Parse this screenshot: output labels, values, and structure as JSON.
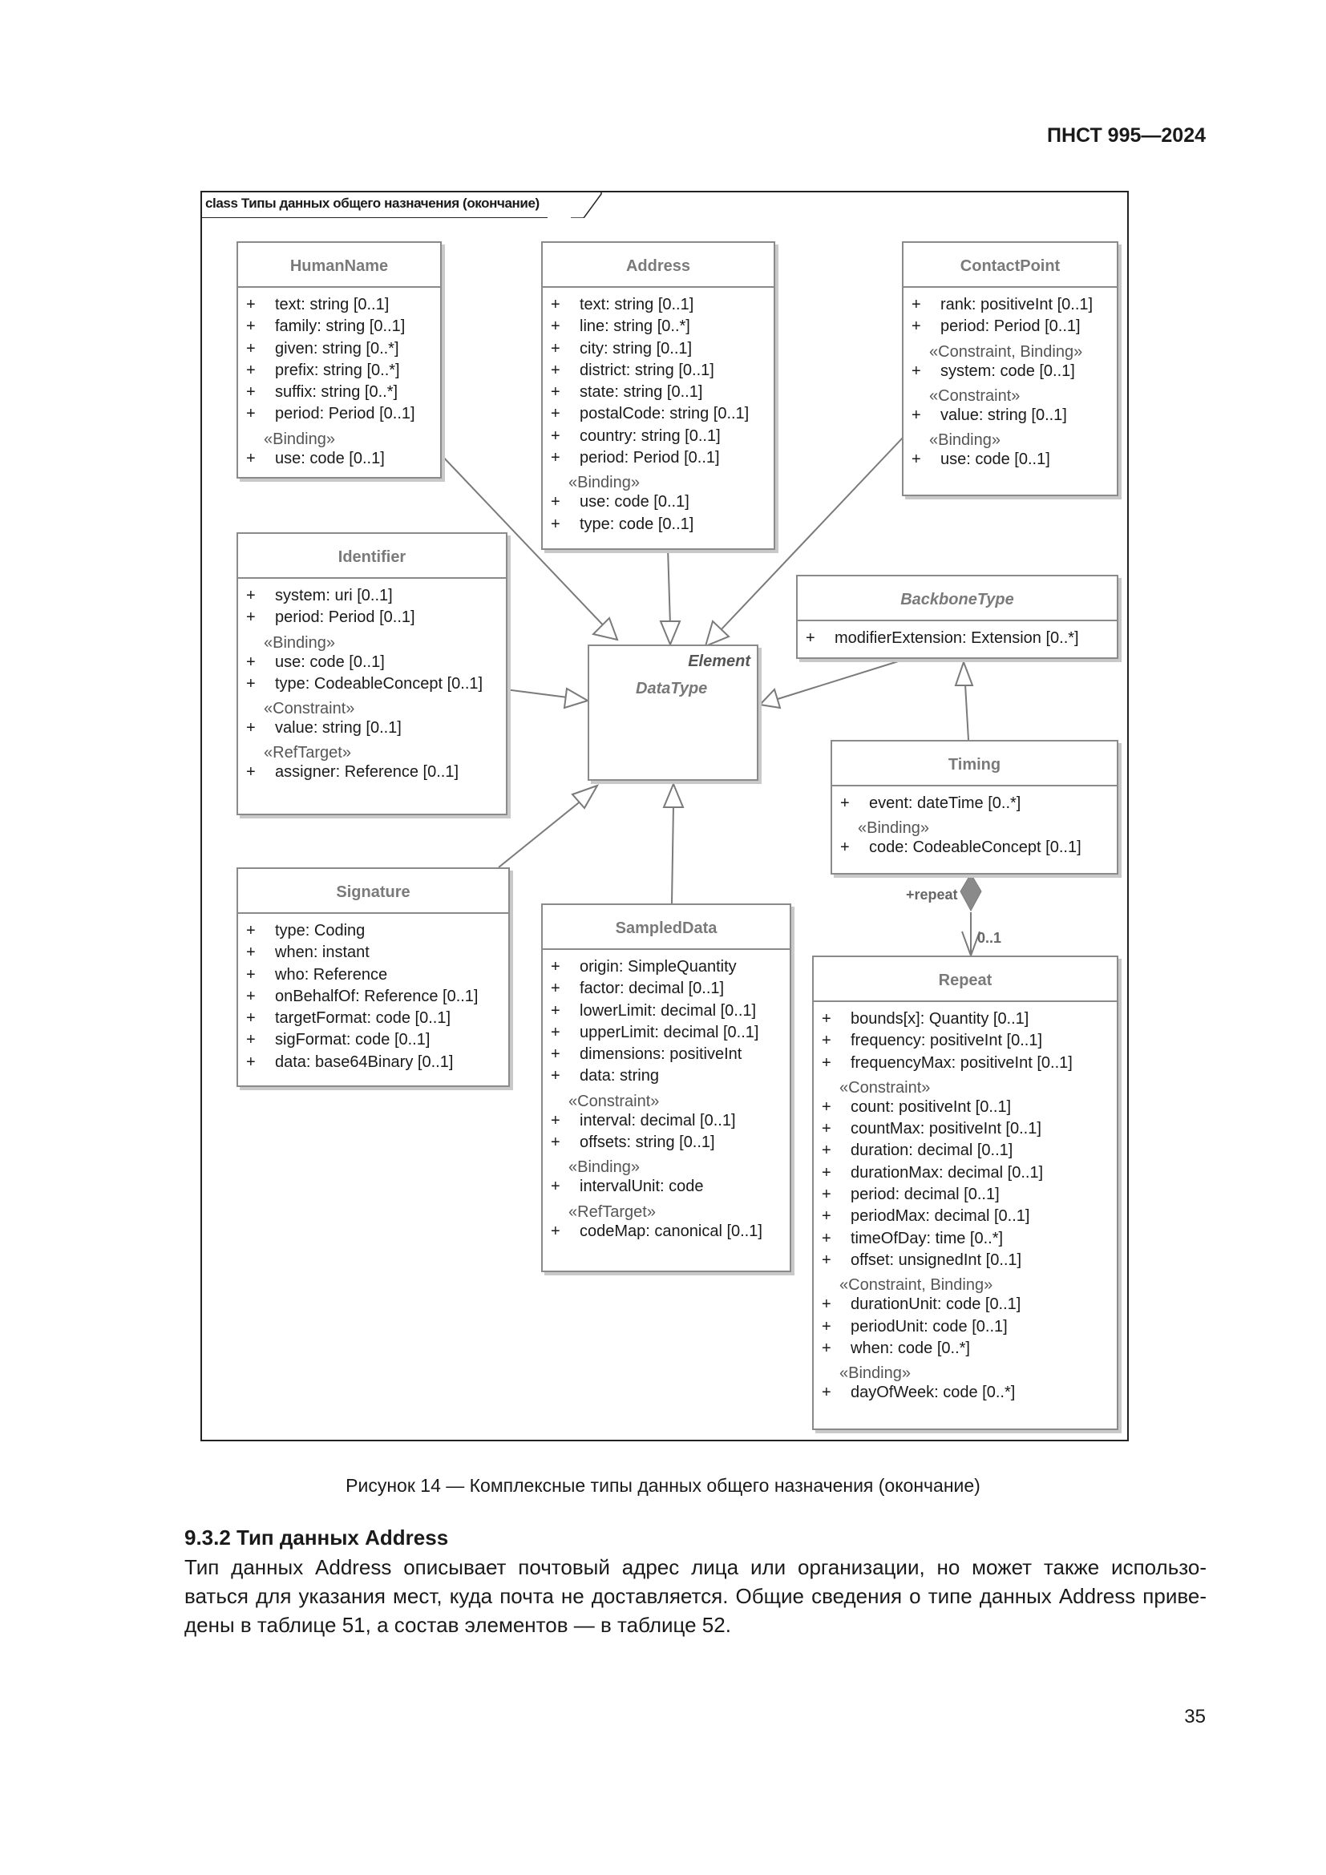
{
  "document": {
    "standard_id": "ПНСТ 995—2024",
    "page_number": "35",
    "figure_caption": "Рисунок 14 — Комплексные типы данных общего назначения (окончание)",
    "section_title": "9.3.2 Тип данных Address",
    "paragraph_lines": [
      "Тип данных Address описывает почтовый адрес лица или организации, но может также использо-",
      "ваться для указания мест, куда почта не доставляется. Общие сведения о типе данных Address приве-",
      "дены в таблице 51, а состав элементов — в таблице 52."
    ]
  },
  "diagram": {
    "frame_label": "class Типы данных общего назначения (окончание)",
    "datatype": {
      "stereotype": "Element",
      "name": "DataType"
    },
    "assoc_labels": {
      "role": "+repeat",
      "multiplicity": "0..1"
    },
    "classes": {
      "humanname": {
        "name": "HumanName",
        "attrs": [
          {
            "v": "+",
            "t": "text: string [0..1]"
          },
          {
            "v": "+",
            "t": "family: string [0..1]"
          },
          {
            "v": "+",
            "t": "given: string [0..*]"
          },
          {
            "v": "+",
            "t": "prefix: string [0..*]"
          },
          {
            "v": "+",
            "t": "suffix: string [0..*]"
          },
          {
            "v": "+",
            "t": "period: Period [0..1]"
          }
        ],
        "stereo1": "«Binding»",
        "attrs2": [
          {
            "v": "+",
            "t": "use: code [0..1]"
          }
        ]
      },
      "address": {
        "name": "Address",
        "attrs": [
          {
            "v": "+",
            "t": "text: string [0..1]"
          },
          {
            "v": "+",
            "t": "line: string [0..*]"
          },
          {
            "v": "+",
            "t": "city: string [0..1]"
          },
          {
            "v": "+",
            "t": "district: string [0..1]"
          },
          {
            "v": "+",
            "t": "state: string [0..1]"
          },
          {
            "v": "+",
            "t": "postalCode: string [0..1]"
          },
          {
            "v": "+",
            "t": "country: string [0..1]"
          },
          {
            "v": "+",
            "t": "period: Period [0..1]"
          }
        ],
        "stereo1": "«Binding»",
        "attrs2": [
          {
            "v": "+",
            "t": "use: code [0..1]"
          },
          {
            "v": "+",
            "t": "type: code [0..1]"
          }
        ]
      },
      "contactpoint": {
        "name": "ContactPoint",
        "attrs": [
          {
            "v": "+",
            "t": "rank: positiveInt [0..1]"
          },
          {
            "v": "+",
            "t": "period: Period [0..1]"
          }
        ],
        "stereo1": "«Constraint, Binding»",
        "attrs2": [
          {
            "v": "+",
            "t": "system: code [0..1]"
          }
        ],
        "stereo2": "«Constraint»",
        "attrs3": [
          {
            "v": "+",
            "t": "value: string [0..1]"
          }
        ],
        "stereo3": "«Binding»",
        "attrs4": [
          {
            "v": "+",
            "t": "use: code [0..1]"
          }
        ]
      },
      "identifier": {
        "name": "Identifier",
        "attrs": [
          {
            "v": "+",
            "t": "system: uri [0..1]"
          },
          {
            "v": "+",
            "t": "period: Period [0..1]"
          }
        ],
        "stereo1": "«Binding»",
        "attrs2": [
          {
            "v": "+",
            "t": "use: code [0..1]"
          },
          {
            "v": "+",
            "t": "type: CodeableConcept [0..1]"
          }
        ],
        "stereo2": "«Constraint»",
        "attrs3": [
          {
            "v": "+",
            "t": "value: string [0..1]"
          }
        ],
        "stereo3": "«RefTarget»",
        "attrs4": [
          {
            "v": "+",
            "t": "assigner: Reference [0..1]"
          }
        ]
      },
      "backbonetype": {
        "name": "BackboneType",
        "attrs": [
          {
            "v": "+",
            "t": "modifierExtension: Extension [0..*]"
          }
        ]
      },
      "timing": {
        "name": "Timing",
        "attrs": [
          {
            "v": "+",
            "t": "event: dateTime [0..*]"
          }
        ],
        "stereo1": "«Binding»",
        "attrs2": [
          {
            "v": "+",
            "t": "code: CodeableConcept [0..1]"
          }
        ]
      },
      "signature": {
        "name": "Signature",
        "attrs": [
          {
            "v": "+",
            "t": "type: Coding"
          },
          {
            "v": "+",
            "t": "when: instant"
          },
          {
            "v": "+",
            "t": "who: Reference"
          },
          {
            "v": "+",
            "t": "onBehalfOf: Reference [0..1]"
          },
          {
            "v": "+",
            "t": "targetFormat: code [0..1]"
          },
          {
            "v": "+",
            "t": "sigFormat: code [0..1]"
          },
          {
            "v": "+",
            "t": "data: base64Binary [0..1]"
          }
        ]
      },
      "sampleddata": {
        "name": "SampledData",
        "attrs": [
          {
            "v": "+",
            "t": "origin: SimpleQuantity"
          },
          {
            "v": "+",
            "t": "factor: decimal [0..1]"
          },
          {
            "v": "+",
            "t": "lowerLimit: decimal [0..1]"
          },
          {
            "v": "+",
            "t": "upperLimit: decimal [0..1]"
          },
          {
            "v": "+",
            "t": "dimensions: positiveInt"
          },
          {
            "v": "+",
            "t": "data: string"
          }
        ],
        "stereo1": "«Constraint»",
        "attrs2": [
          {
            "v": "+",
            "t": "interval: decimal [0..1]"
          },
          {
            "v": "+",
            "t": "offsets: string [0..1]"
          }
        ],
        "stereo2": "«Binding»",
        "attrs3": [
          {
            "v": "+",
            "t": "intervalUnit: code"
          }
        ],
        "stereo3": "«RefTarget»",
        "attrs4": [
          {
            "v": "+",
            "t": "codeMap: canonical [0..1]"
          }
        ]
      },
      "repeat": {
        "name": "Repeat",
        "attrs": [
          {
            "v": "+",
            "t": "bounds[x]: Quantity [0..1]"
          },
          {
            "v": "+",
            "t": "frequency: positiveInt [0..1]"
          },
          {
            "v": "+",
            "t": "frequencyMax: positiveInt [0..1]"
          }
        ],
        "stereo1": "«Constraint»",
        "attrs2": [
          {
            "v": "+",
            "t": "count: positiveInt [0..1]"
          },
          {
            "v": "+",
            "t": "countMax: positiveInt [0..1]"
          },
          {
            "v": "+",
            "t": "duration: decimal [0..1]"
          },
          {
            "v": "+",
            "t": "durationMax: decimal [0..1]"
          },
          {
            "v": "+",
            "t": "period: decimal [0..1]"
          },
          {
            "v": "+",
            "t": "periodMax: decimal [0..1]"
          },
          {
            "v": "+",
            "t": "timeOfDay: time [0..*]"
          },
          {
            "v": "+",
            "t": "offset: unsignedInt [0..1]"
          }
        ],
        "stereo2": "«Constraint, Binding»",
        "attrs3": [
          {
            "v": "+",
            "t": "durationUnit: code [0..1]"
          },
          {
            "v": "+",
            "t": "periodUnit: code [0..1]"
          },
          {
            "v": "+",
            "t": "when: code [0..*]"
          }
        ],
        "stereo3": "«Binding»",
        "attrs4": [
          {
            "v": "+",
            "t": "dayOfWeek: code [0..*]"
          }
        ]
      }
    }
  }
}
